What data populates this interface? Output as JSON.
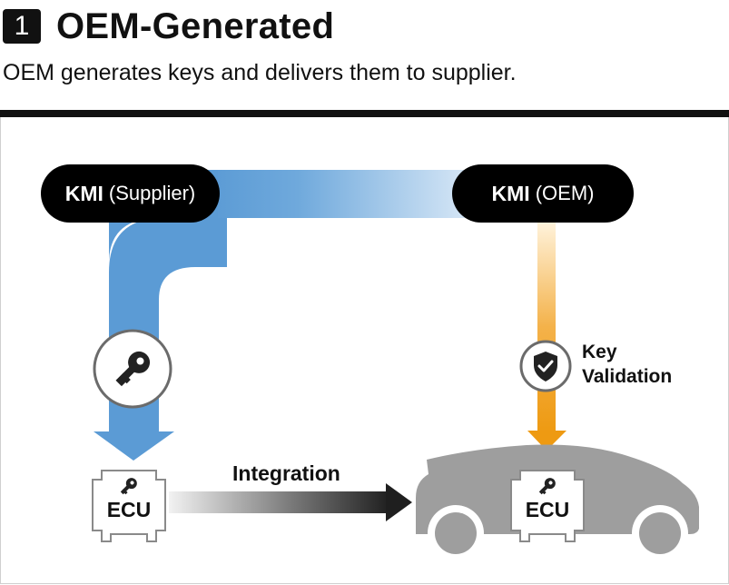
{
  "header": {
    "step_number": "1",
    "title": "OEM-Generated",
    "subtitle": "OEM generates keys and delivers them to supplier."
  },
  "diagram": {
    "nodes": {
      "kmi_supplier": {
        "strong": "KMI",
        "qualifier": "(Supplier)"
      },
      "kmi_oem": {
        "strong": "KMI",
        "qualifier": "(OEM)"
      },
      "ecu_left": {
        "label": "ECU"
      },
      "ecu_vehicle": {
        "label": "ECU"
      }
    },
    "edges": {
      "integration_label": "Integration",
      "key_validation_label_line1": "Key",
      "key_validation_label_line2": "Validation"
    },
    "icons": {
      "key_badge": "key-icon",
      "validation_badge": "shield-check-icon",
      "ecu_chip": "key-icon",
      "vehicle": "car-icon"
    },
    "colors": {
      "blue_flow": "#5b9bd5",
      "orange_flow": "#f0a020",
      "pill_bg": "#000000",
      "car": "#9e9e9e",
      "integration_arrow": "#1f1f1f"
    }
  }
}
